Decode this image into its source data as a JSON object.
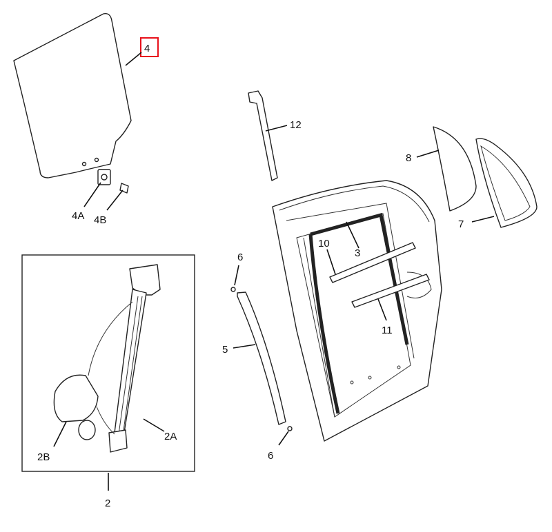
{
  "diagram": {
    "highlight_color": "#e8101a",
    "callouts": {
      "glass": "4",
      "glass_clip": "4A",
      "glass_pin": "4B",
      "rear_channel": "12",
      "fixed_glass": "8",
      "fixed_glass_seal": "7",
      "inner_strip": "10",
      "run_channel": "3",
      "outer_strip": "11",
      "screw_top": "6",
      "front_channel": "5",
      "screw_bottom": "6",
      "regulator_assembly": "2",
      "regulator": "2A",
      "motor": "2B"
    }
  }
}
